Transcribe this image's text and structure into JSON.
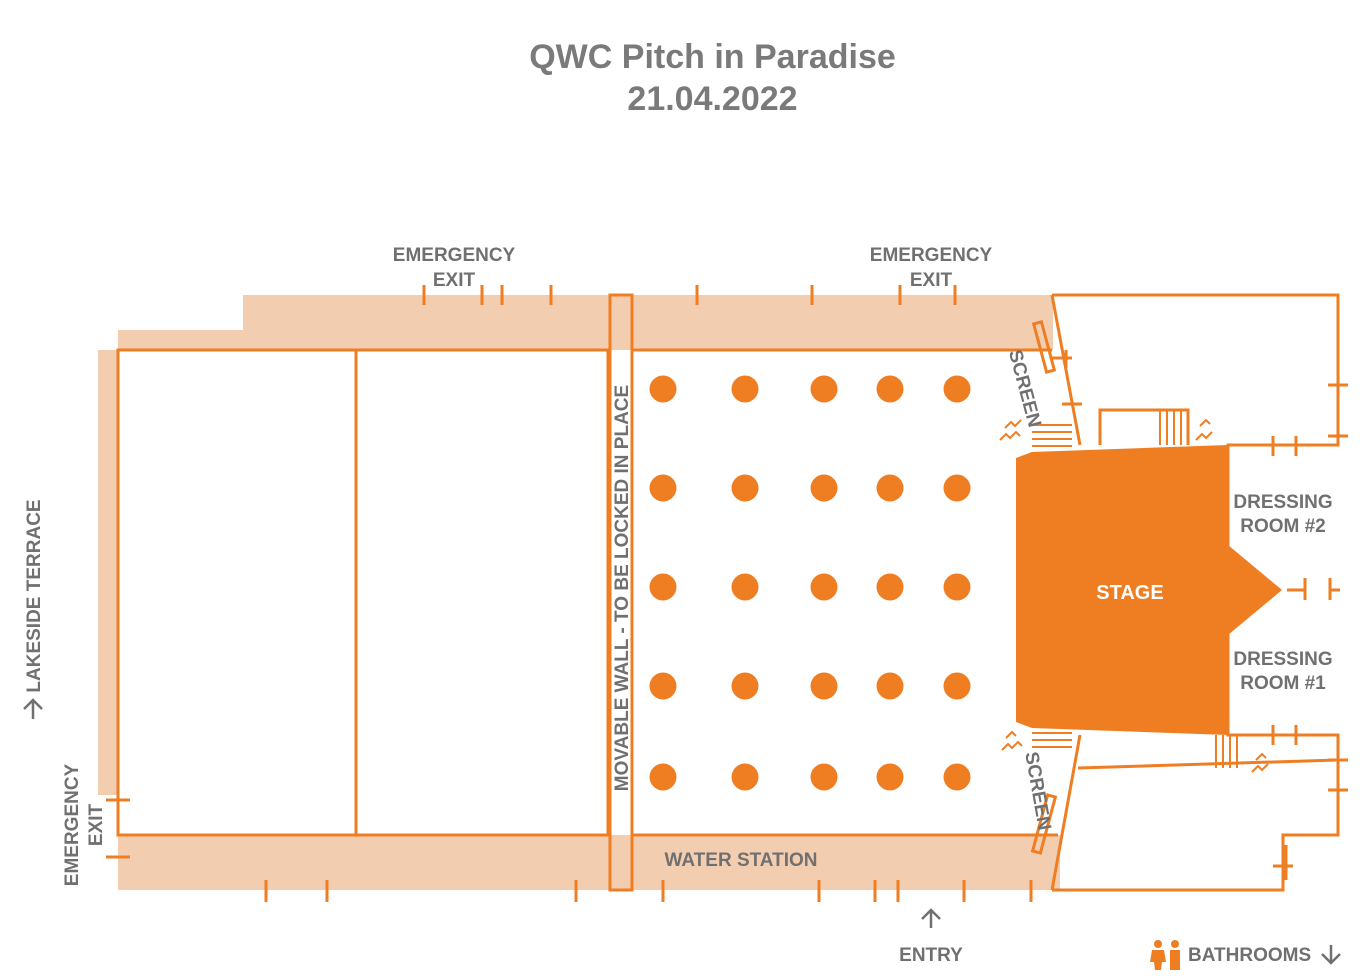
{
  "header": {
    "title": "QWC Pitch in Paradise",
    "date": "21.04.2022"
  },
  "labels": {
    "emergency_exit_top_left": [
      "EMERGENCY",
      "EXIT"
    ],
    "emergency_exit_top_right": [
      "EMERGENCY",
      "EXIT"
    ],
    "emergency_exit_left": [
      "EMERGENCY",
      "EXIT"
    ],
    "lakeside_terrace": "LAKESIDE TERRACE",
    "movable_wall": "MOVABLE WALL - TO BE LOCKED IN PLACE",
    "screen_top": "SCREEN",
    "screen_bottom": "SCREEN",
    "stage": "STAGE",
    "dressing_room_2": [
      "DRESSING",
      "ROOM #2"
    ],
    "dressing_room_1": [
      "DRESSING",
      "ROOM #1"
    ],
    "water_station": "WATER STATION",
    "entry": "ENTRY",
    "bathrooms": "BATHROOMS"
  },
  "colors": {
    "primary": "#ef7d22",
    "corridor": "#f3cdb0",
    "text": "#707070"
  },
  "icons": {
    "arrow_up": "arrow-up-icon",
    "arrow_down": "arrow-down-icon",
    "restroom": "restroom-icon",
    "stairs": "stairs-icon"
  },
  "seating": {
    "rows": 5,
    "columns": 5
  }
}
